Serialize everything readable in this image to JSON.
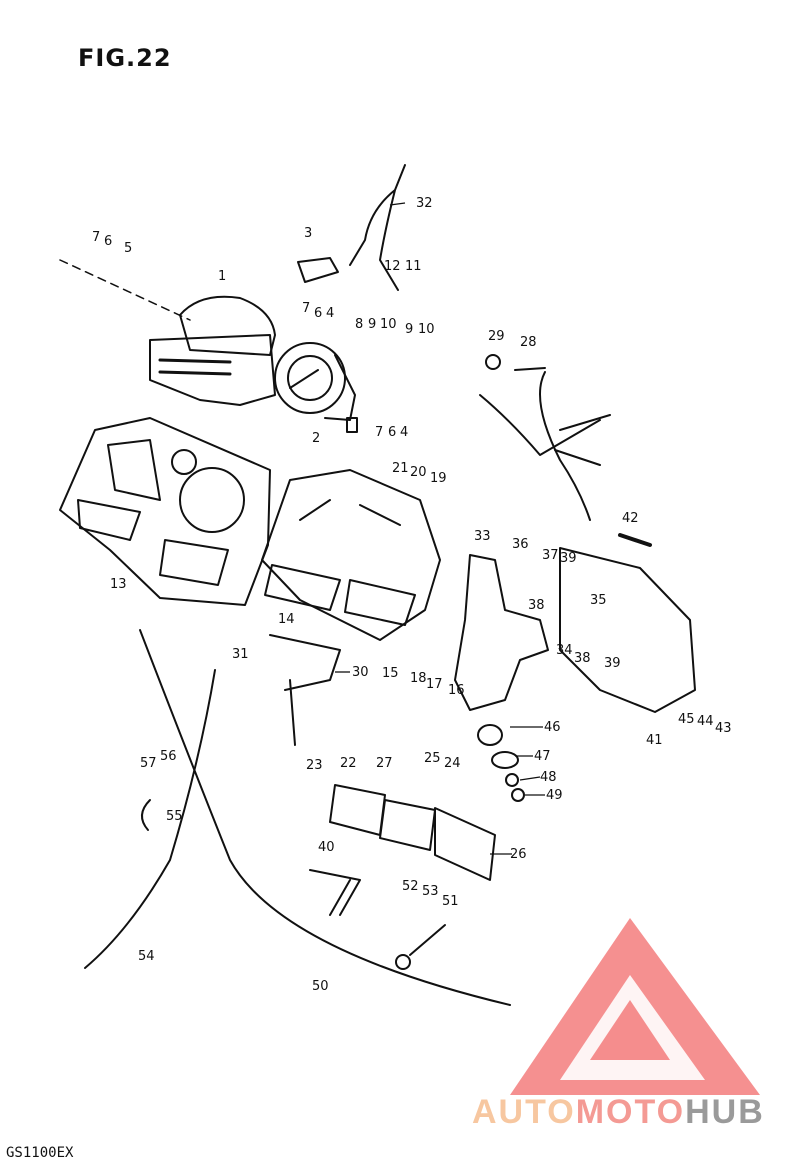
{
  "figure_title": "FIG.22",
  "model_code": "GS1100EX",
  "watermark": {
    "text": "AUTOMOTOHUB",
    "part_auto": "AUTO",
    "part_moto": "MOTO",
    "part_hub": "HUB",
    "colors": {
      "auto": "#f7c7a0",
      "moto": "#f49a94",
      "hub": "#9a9a9a",
      "logo": "#f26b6b"
    }
  },
  "callouts": [
    {
      "id": "c1",
      "label": "1"
    },
    {
      "id": "c2",
      "label": "2"
    },
    {
      "id": "c3",
      "label": "3"
    },
    {
      "id": "c4a",
      "label": "4"
    },
    {
      "id": "c4b",
      "label": "4"
    },
    {
      "id": "c5",
      "label": "5"
    },
    {
      "id": "c6a",
      "label": "6"
    },
    {
      "id": "c6b",
      "label": "6"
    },
    {
      "id": "c6c",
      "label": "6"
    },
    {
      "id": "c7a",
      "label": "7"
    },
    {
      "id": "c7b",
      "label": "7"
    },
    {
      "id": "c7c",
      "label": "7"
    },
    {
      "id": "c8",
      "label": "8"
    },
    {
      "id": "c9a",
      "label": "9"
    },
    {
      "id": "c9b",
      "label": "9"
    },
    {
      "id": "c10a",
      "label": "10"
    },
    {
      "id": "c10b",
      "label": "10"
    },
    {
      "id": "c11",
      "label": "11"
    },
    {
      "id": "c12",
      "label": "12"
    },
    {
      "id": "c13",
      "label": "13"
    },
    {
      "id": "c14",
      "label": "14"
    },
    {
      "id": "c15",
      "label": "15"
    },
    {
      "id": "c16",
      "label": "16"
    },
    {
      "id": "c17",
      "label": "17"
    },
    {
      "id": "c18",
      "label": "18"
    },
    {
      "id": "c19",
      "label": "19"
    },
    {
      "id": "c20",
      "label": "20"
    },
    {
      "id": "c21",
      "label": "21"
    },
    {
      "id": "c22",
      "label": "22"
    },
    {
      "id": "c23",
      "label": "23"
    },
    {
      "id": "c24",
      "label": "24"
    },
    {
      "id": "c25",
      "label": "25"
    },
    {
      "id": "c26",
      "label": "26"
    },
    {
      "id": "c27",
      "label": "27"
    },
    {
      "id": "c28",
      "label": "28"
    },
    {
      "id": "c29",
      "label": "29"
    },
    {
      "id": "c30",
      "label": "30"
    },
    {
      "id": "c31",
      "label": "31"
    },
    {
      "id": "c32",
      "label": "32"
    },
    {
      "id": "c33",
      "label": "33"
    },
    {
      "id": "c34",
      "label": "34"
    },
    {
      "id": "c35",
      "label": "35"
    },
    {
      "id": "c36",
      "label": "36"
    },
    {
      "id": "c37",
      "label": "37"
    },
    {
      "id": "c38a",
      "label": "38"
    },
    {
      "id": "c38b",
      "label": "38"
    },
    {
      "id": "c39a",
      "label": "39"
    },
    {
      "id": "c39b",
      "label": "39"
    },
    {
      "id": "c40",
      "label": "40"
    },
    {
      "id": "c41",
      "label": "41"
    },
    {
      "id": "c42",
      "label": "42"
    },
    {
      "id": "c43",
      "label": "43"
    },
    {
      "id": "c44",
      "label": "44"
    },
    {
      "id": "c45",
      "label": "45"
    },
    {
      "id": "c46",
      "label": "46"
    },
    {
      "id": "c47",
      "label": "47"
    },
    {
      "id": "c48",
      "label": "48"
    },
    {
      "id": "c49",
      "label": "49"
    },
    {
      "id": "c50",
      "label": "50"
    },
    {
      "id": "c51",
      "label": "51"
    },
    {
      "id": "c52",
      "label": "52"
    },
    {
      "id": "c53",
      "label": "53"
    },
    {
      "id": "c54",
      "label": "54"
    },
    {
      "id": "c55",
      "label": "55"
    },
    {
      "id": "c56",
      "label": "56"
    },
    {
      "id": "c57",
      "label": "57"
    }
  ]
}
